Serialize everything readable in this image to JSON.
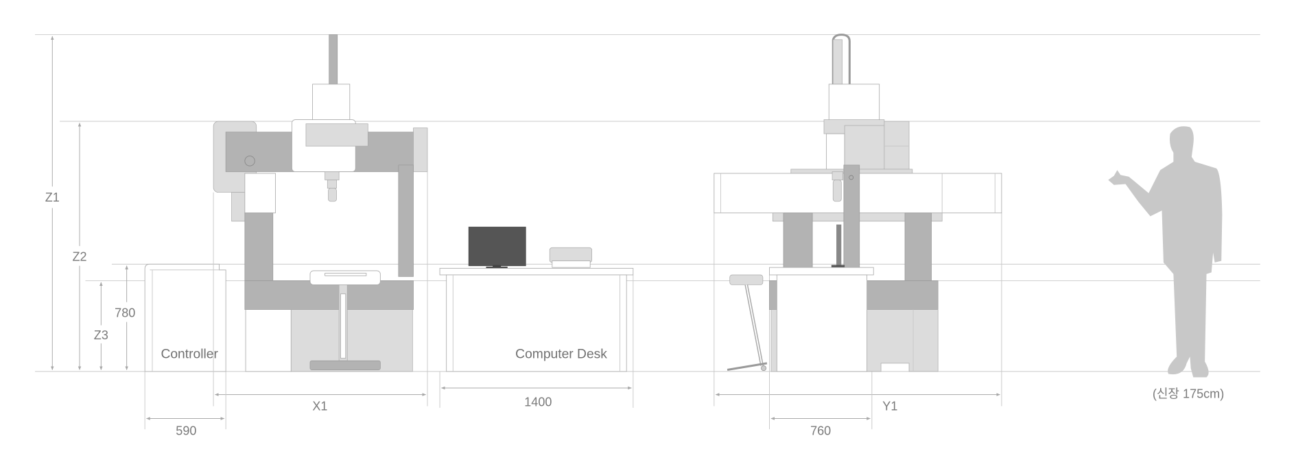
{
  "dimensions": {
    "z1": "Z1",
    "z2": "Z2",
    "z3": "Z3",
    "table_height": "780",
    "x1": "X1",
    "controller_width": "590",
    "desk_width": "1400",
    "y1": "Y1",
    "desk_depth": "760"
  },
  "labels": {
    "controller": "Controller",
    "computer_desk": "Computer Desk",
    "person_height": "(신장 175cm)"
  },
  "colors": {
    "machine_dark": "#b3b3b3",
    "machine_light": "#dcdcdc",
    "person": "#c8c8c8",
    "monitor": "#555555"
  }
}
